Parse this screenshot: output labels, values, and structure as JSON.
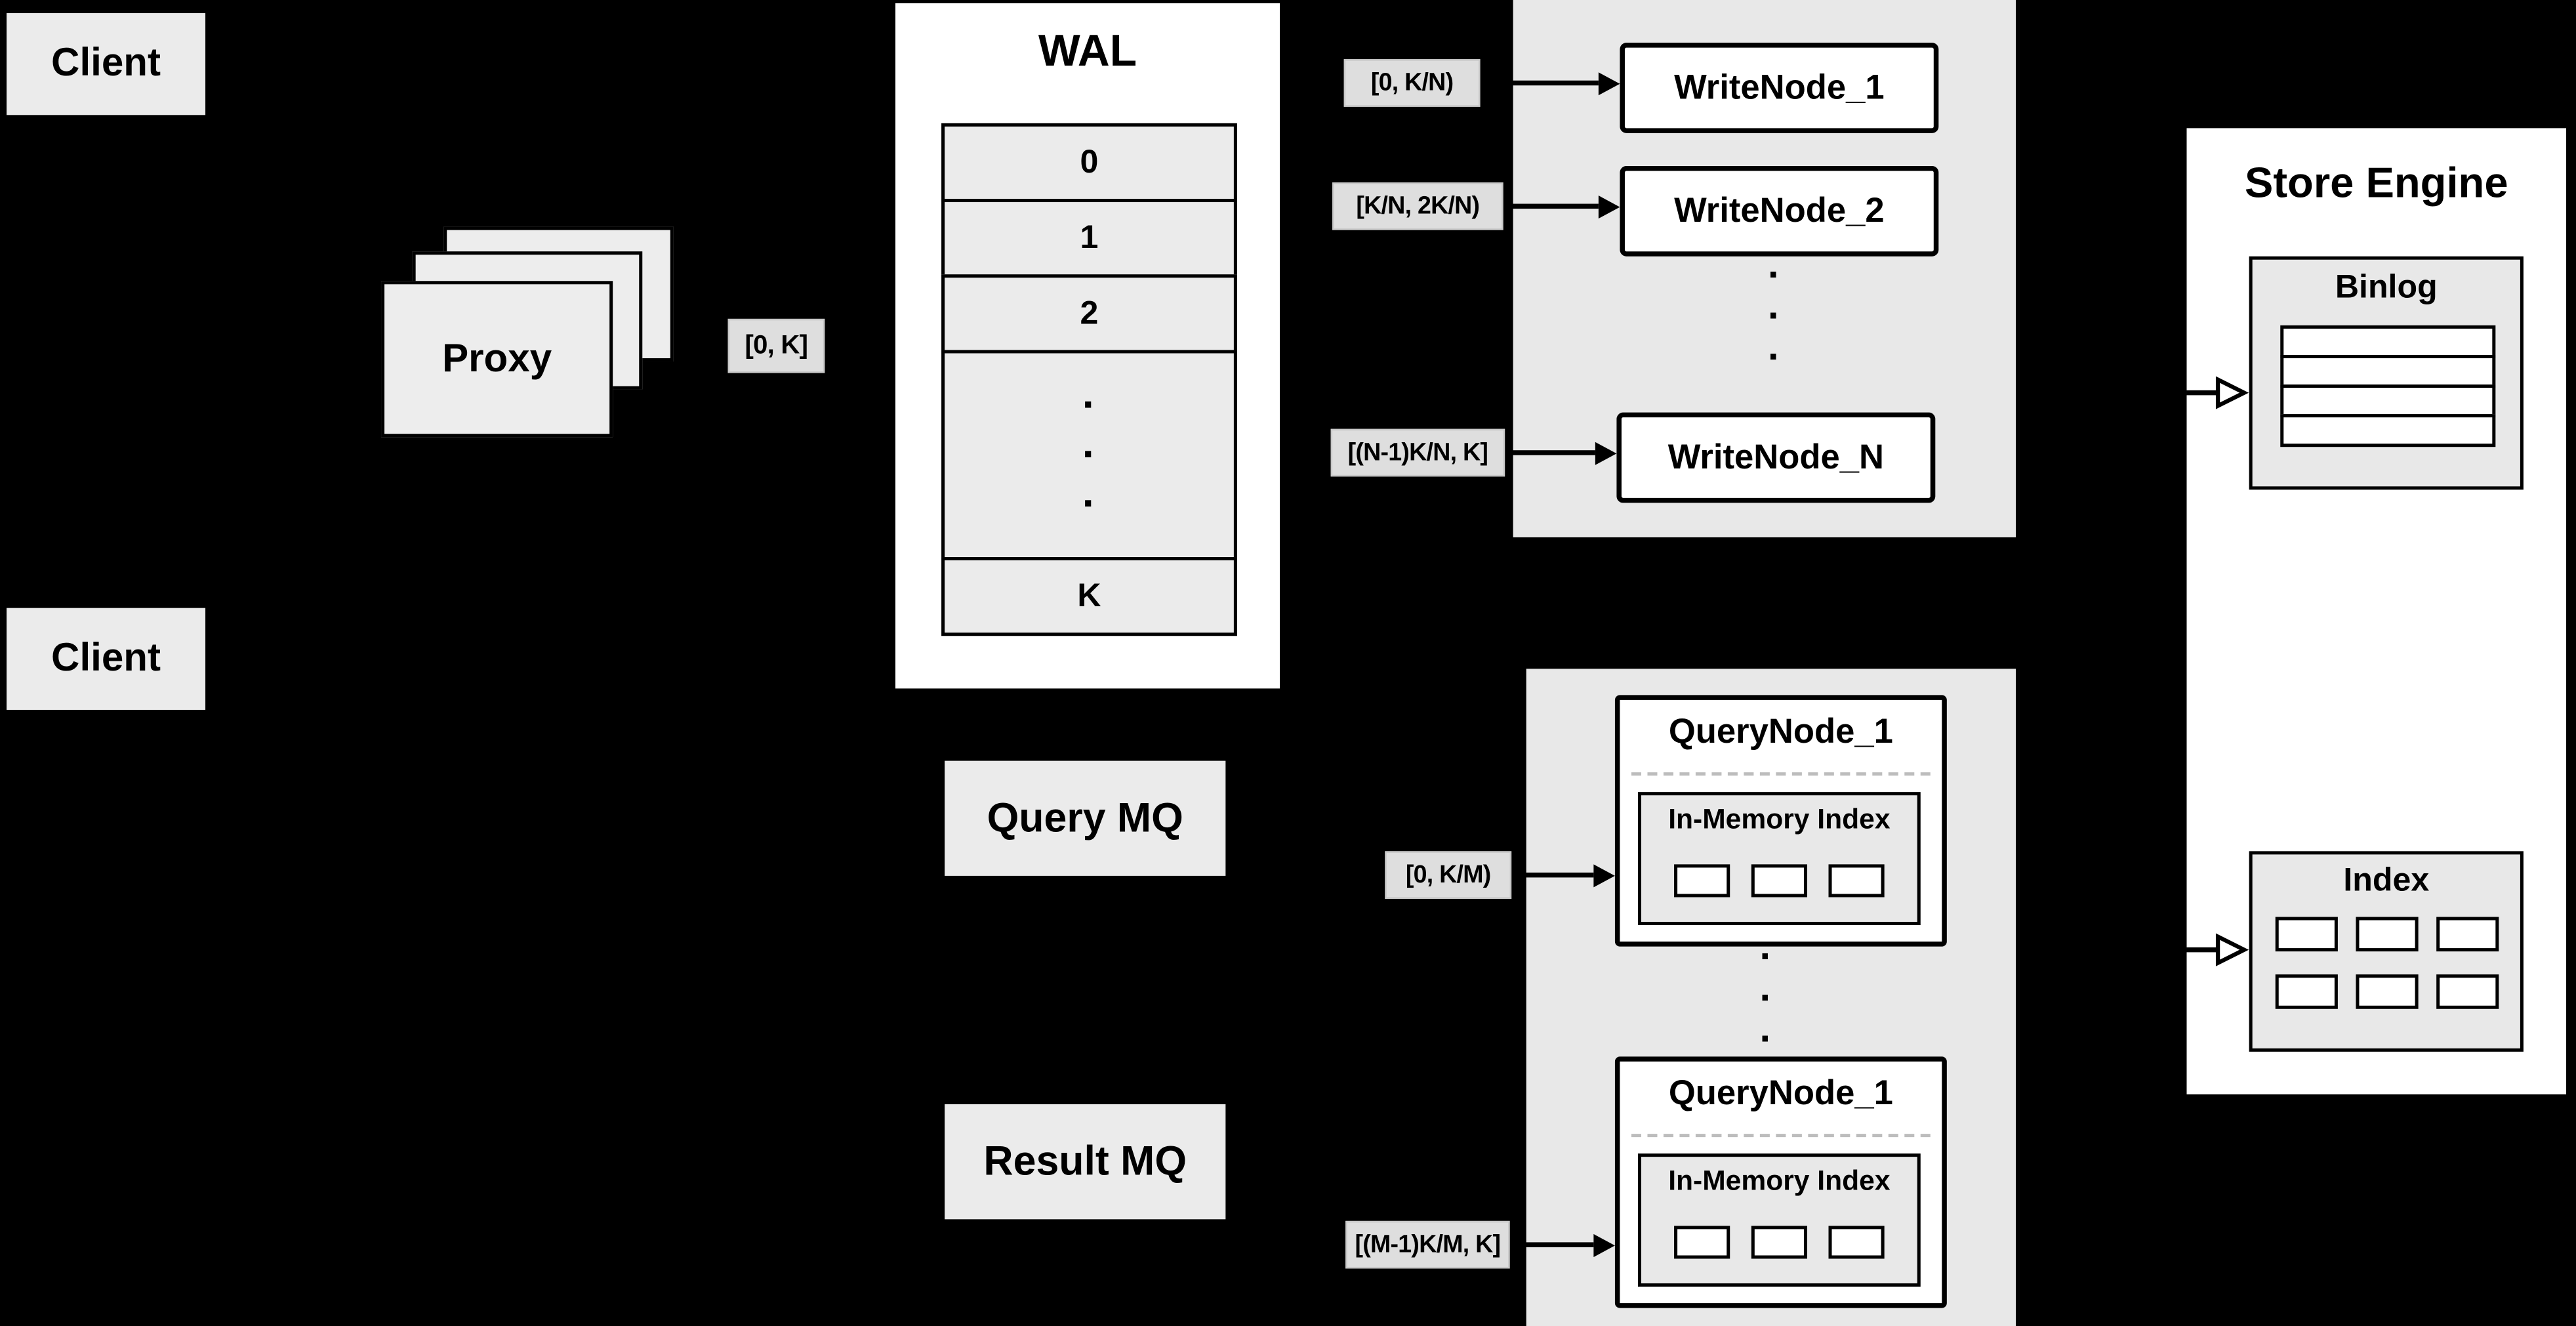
{
  "palette": {
    "background": "#000000",
    "panel": "#ffffff",
    "box_gray": "#ebebeb",
    "container_gray": "#e8e8e8",
    "label_gray": "#dedede"
  },
  "clients": {
    "top_label": "Client",
    "bottom_label": "Client"
  },
  "proxy": {
    "label": "Proxy",
    "out_range": "[0, K]"
  },
  "wal": {
    "title": "WAL",
    "rows": [
      "0",
      "1",
      "2"
    ],
    "dots": "·\n·\n·",
    "last_row": "K"
  },
  "mq": {
    "query_label": "Query MQ",
    "result_label": "Result MQ"
  },
  "write_group": {
    "dots": "·\n·\n·",
    "nodes": [
      {
        "label": "WriteNode_1",
        "range": "[0, K/N)"
      },
      {
        "label": "WriteNode_2",
        "range": "[K/N, 2K/N)"
      },
      {
        "label": "WriteNode_N",
        "range": "[(N-1)K/N, K]"
      }
    ]
  },
  "query_group": {
    "dots": "·\n·\n·",
    "nodes": [
      {
        "title": "QueryNode_1",
        "index_label": "In-Memory Index",
        "range": "[0, K/M)"
      },
      {
        "title": "QueryNode_1",
        "index_label": "In-Memory Index",
        "range": "[(M-1)K/M, K]"
      }
    ]
  },
  "store_engine": {
    "title": "Store Engine",
    "binlog_title": "Binlog",
    "index_title": "Index"
  }
}
